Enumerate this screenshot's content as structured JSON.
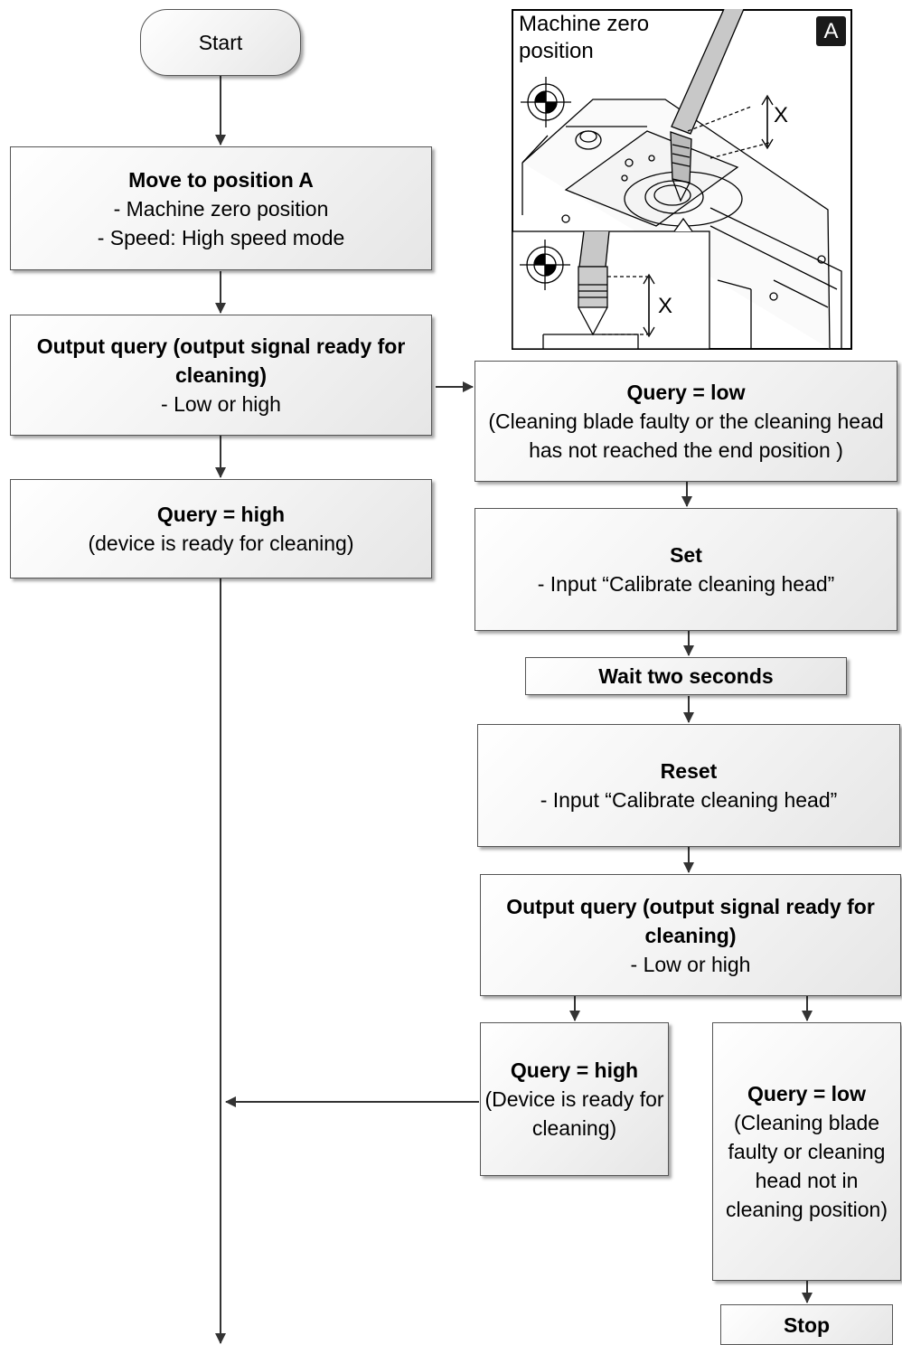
{
  "start": "Start",
  "move": {
    "title": "Move to position A",
    "l1": "- Machine zero position",
    "l2": "- Speed: High speed mode"
  },
  "query1": {
    "title": "Output query (output signal ready for cleaning)",
    "l1": "- Low or high"
  },
  "high1": {
    "title": "Query = high",
    "l1": "(device is ready for cleaning)"
  },
  "low1": {
    "title": "Query = low",
    "l1": "(Cleaning blade faulty or the cleaning head has not reached the end position )"
  },
  "set": {
    "title": "Set",
    "l1": "- Input “Calibrate cleaning head”"
  },
  "wait": "Wait two seconds",
  "reset": {
    "title": "Reset",
    "l1": "- Input “Calibrate cleaning head”"
  },
  "query2": {
    "title": "Output query (output signal ready for cleaning)",
    "l1": "- Low or high"
  },
  "high2": {
    "title": "Query = high",
    "l1": "(Device is ready for cleaning)"
  },
  "low2": {
    "title": "Query = low",
    "l1": "(Cleaning blade faulty or cleaning head not in cleaning position)"
  },
  "stop": "Stop",
  "figure": {
    "caption": "Machine zero position",
    "badge": "A",
    "dim_label": "X"
  }
}
